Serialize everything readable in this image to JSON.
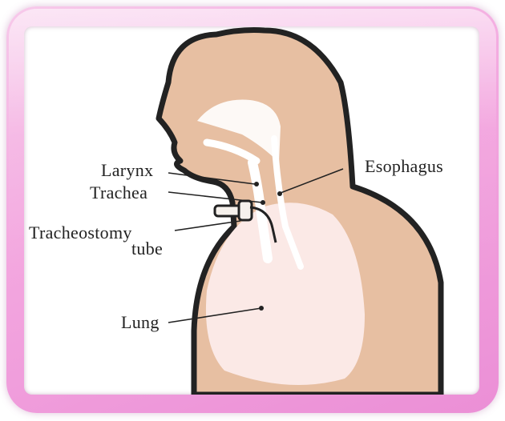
{
  "labels": {
    "larynx": "Larynx",
    "trachea": "Trachea",
    "esophagus": "Esophagus",
    "tracheostomy_line1": "Tracheostomy",
    "tracheostomy_line2": "tube",
    "lung": "Lung"
  },
  "colors": {
    "frame": "#f3a6df",
    "skin": "#e7bfa2",
    "outline": "#222222",
    "lung": "#fbe9e6",
    "airway": "#ffffff"
  }
}
